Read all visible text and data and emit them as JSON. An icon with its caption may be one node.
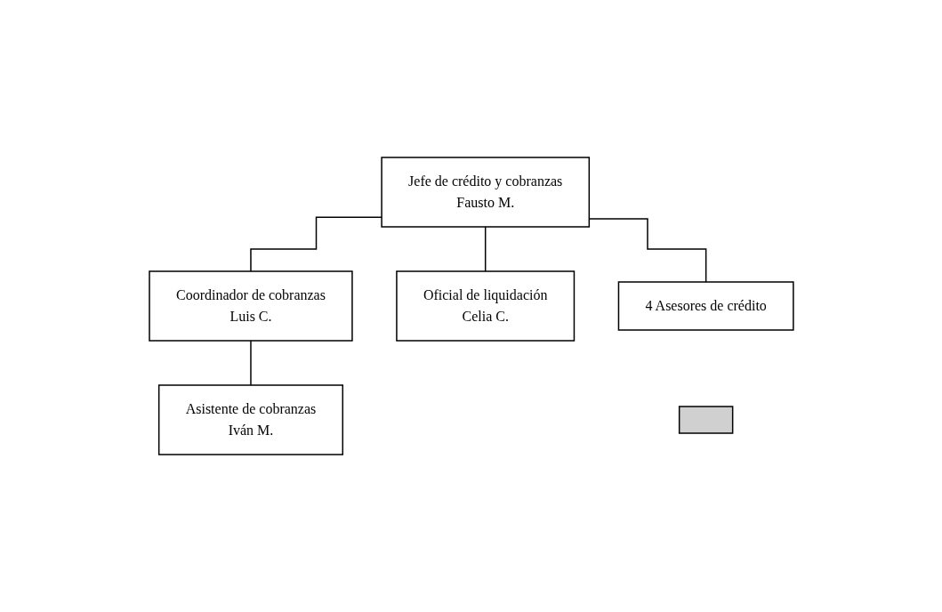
{
  "diagram": {
    "nodes": [
      {
        "text": [
          "Jefe de crédito y cobranzas",
          "Fausto M."
        ]
      },
      {
        "text": [
          "Coordinador de cobranzas",
          "Luis C."
        ]
      },
      {
        "text": [
          "Asistente de cobranzas",
          "Iván M."
        ]
      },
      {
        "text": [
          "Oficial de liquidación",
          "Celia C."
        ]
      },
      {
        "text": [
          "4 Asesores de crédito"
        ]
      },
      {
        "text": [],
        "shape": "bar"
      }
    ],
    "edges": [
      {
        "from": 0,
        "to": 1,
        "arrow": "none"
      },
      {
        "from": 1,
        "to": 2,
        "arrow": "none"
      },
      {
        "from": 0,
        "to": 3,
        "arrow": "none"
      },
      {
        "from": 0,
        "to": 4,
        "arrow": "none"
      }
    ]
  }
}
